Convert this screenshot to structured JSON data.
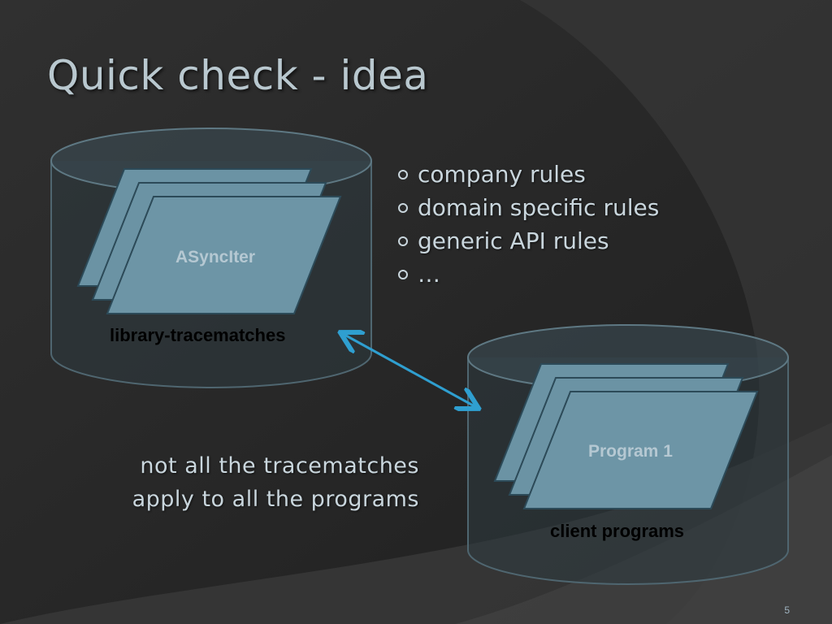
{
  "slide": {
    "title": "Quick check - idea",
    "bullets": [
      "company rules",
      "domain specific rules",
      "generic API rules",
      "…"
    ],
    "note_lines": [
      "not all the tracematches",
      "apply to all the programs"
    ],
    "slide_number": "5"
  },
  "diagram": {
    "library_db": {
      "doc_label": "ASyncIter",
      "caption": "library-tracematches"
    },
    "client_db": {
      "doc_label": "Program 1",
      "caption": "client programs"
    },
    "arrow": "double-headed-arrow"
  },
  "colors": {
    "background": "#2b2b2b",
    "doc_fill": "#6b93a4",
    "doc_stroke": "#2c4a58",
    "arrow": "#2f9fd0",
    "text_light": "#c9d6dd"
  }
}
